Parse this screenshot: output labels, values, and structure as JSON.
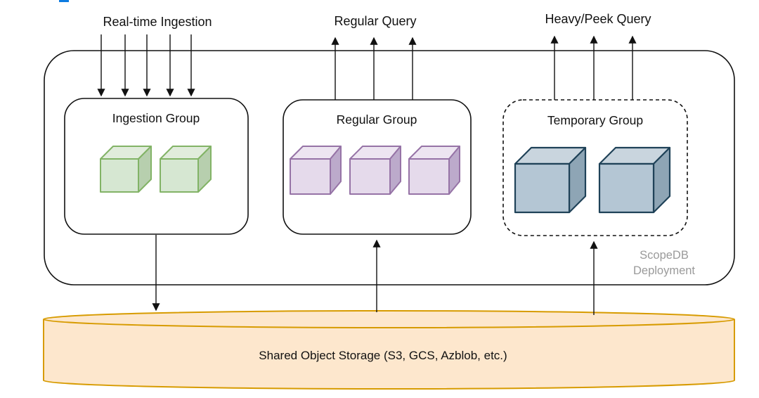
{
  "page": {
    "background": "#ffffff"
  },
  "top_fragment": {
    "color": "#0d7be0"
  },
  "labels": {
    "realtime_ingestion": "Real-time Ingestion",
    "regular_query": "Regular Query",
    "heavy_peek_query": "Heavy/Peek Query"
  },
  "groups": [
    {
      "id": "ingestion",
      "label": "Ingestion Group",
      "border_style": "solid",
      "node_count": 2,
      "node_colors": {
        "front": "#d6e7d2",
        "top": "#e1ecdc",
        "side": "#b7cfae",
        "stroke": "#82b366"
      }
    },
    {
      "id": "regular",
      "label": "Regular Group",
      "border_style": "solid",
      "node_count": 3,
      "node_colors": {
        "front": "#e5daeb",
        "top": "#ede5f1",
        "side": "#bcaacb",
        "stroke": "#9673a6"
      }
    },
    {
      "id": "temporary",
      "label": "Temporary Group",
      "border_style": "dashed",
      "node_count": 2,
      "node_colors": {
        "front": "#b4c6d4",
        "top": "#c9d5de",
        "side": "#8ea5b5",
        "stroke": "#1f4258"
      }
    }
  ],
  "deployment": {
    "label_line1": "ScopeDB",
    "label_line2": "Deployment",
    "label_color": "#9a9a9a"
  },
  "storage": {
    "label": "Shared Object Storage (S3, GCS, Azblob, etc.)",
    "fill": "#fde7cd",
    "stroke": "#d79b00"
  },
  "arrows": {
    "ingestion_inbound_count": 5,
    "regular_outbound_count": 3,
    "heavy_outbound_count": 3,
    "ingestion_to_storage": "down",
    "storage_to_regular": "up",
    "storage_to_temporary": "up"
  }
}
